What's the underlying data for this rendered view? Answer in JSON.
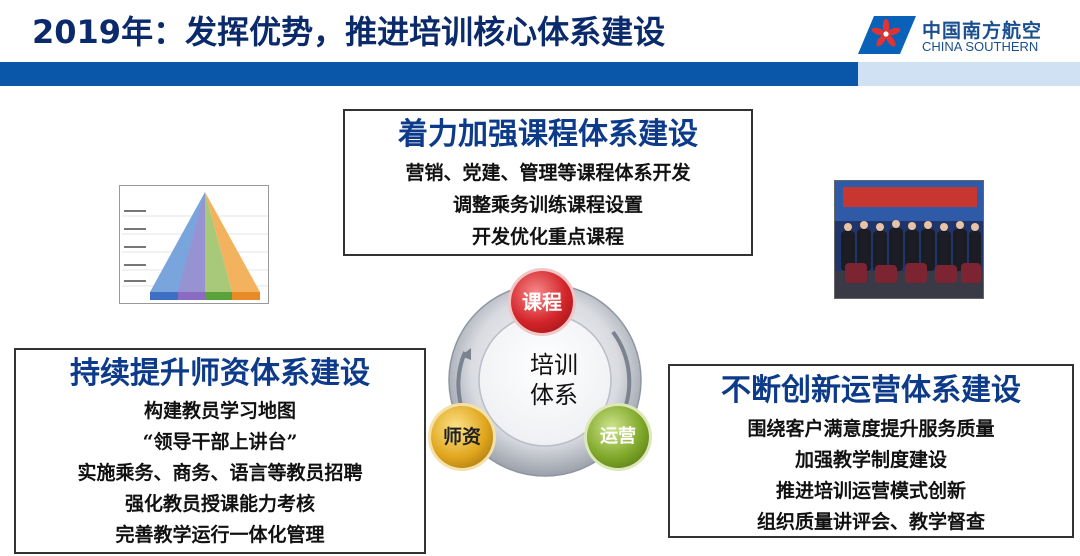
{
  "header": {
    "title": "2019年：发挥优势，推进培训核心体系建设",
    "logo_cn": "中国南方航空",
    "logo_en": "CHINA SOUTHERN"
  },
  "course_box": {
    "heading": "着力加强课程体系建设",
    "lines": [
      "营销、党建、管理等课程体系开发",
      "调整乘务训练课程设置",
      "开发优化重点课程"
    ]
  },
  "teacher_box": {
    "heading": "持续提升师资体系建设",
    "lines": [
      "构建教员学习地图",
      "“领导干部上讲台”",
      "实施乘务、商务、语言等教员招聘",
      "强化教员授课能力考核",
      "完善教学运行一体化管理"
    ]
  },
  "ops_box": {
    "heading": "不断创新运营体系建设",
    "lines": [
      "围绕客户满意度提升服务质量",
      "加强教学制度建设",
      "推进培训运营模式创新",
      "组织质量讲评会、教学督查"
    ]
  },
  "diagram": {
    "center_line1": "培训",
    "center_line2": "体系",
    "node_course": "课程",
    "node_teacher": "师资",
    "node_ops": "运营"
  },
  "colors": {
    "title": "#0b2a6b",
    "bar": "#0a56a8",
    "heading": "#0d3b8a",
    "course_node": "#d3252a",
    "teacher_node": "#e0a61d",
    "ops_node": "#7fa82a"
  }
}
